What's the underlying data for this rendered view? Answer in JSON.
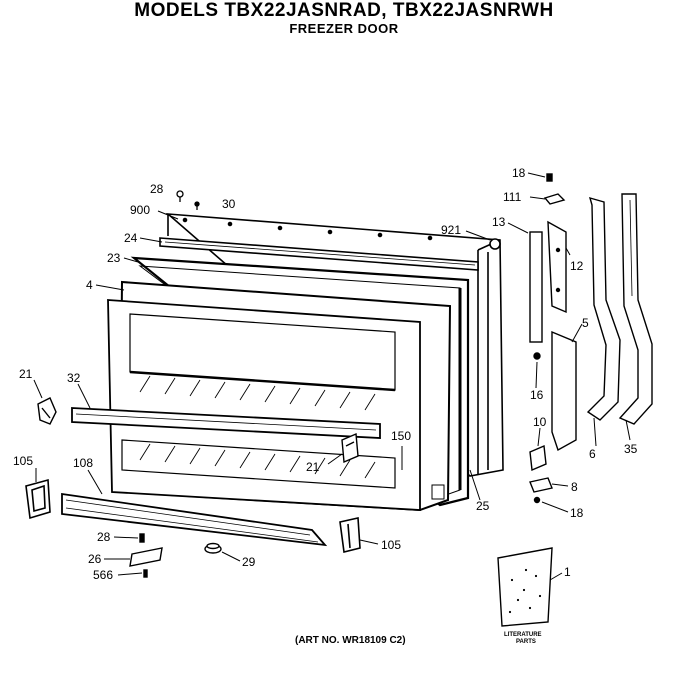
{
  "header": {
    "title": "MODELS TBX22JASNRAD, TBX22JASNRWH",
    "subtitle": "FREEZER DOOR"
  },
  "footer": {
    "art_number": "(ART NO. WR18109 C2)"
  },
  "literature_label": {
    "line1": "LITERATURE",
    "line2": "PARTS"
  },
  "callouts": {
    "p18_top": "18",
    "p28_top": "28",
    "p30": "30",
    "p111": "111",
    "p900": "900",
    "p921": "921",
    "p13": "13",
    "p24": "24",
    "p23": "23",
    "p12": "12",
    "p4": "4",
    "p5": "5",
    "p21_left": "21",
    "p32": "32",
    "p16": "16",
    "p150": "150",
    "p10": "10",
    "p105_left": "105",
    "p108": "108",
    "p21_mid": "21",
    "p6": "6",
    "p35": "35",
    "p8": "8",
    "p25": "25",
    "p18_bottom": "18",
    "p28_bottom": "28",
    "p105_right": "105",
    "p26": "26",
    "p29": "29",
    "p566": "566",
    "p1": "1"
  }
}
